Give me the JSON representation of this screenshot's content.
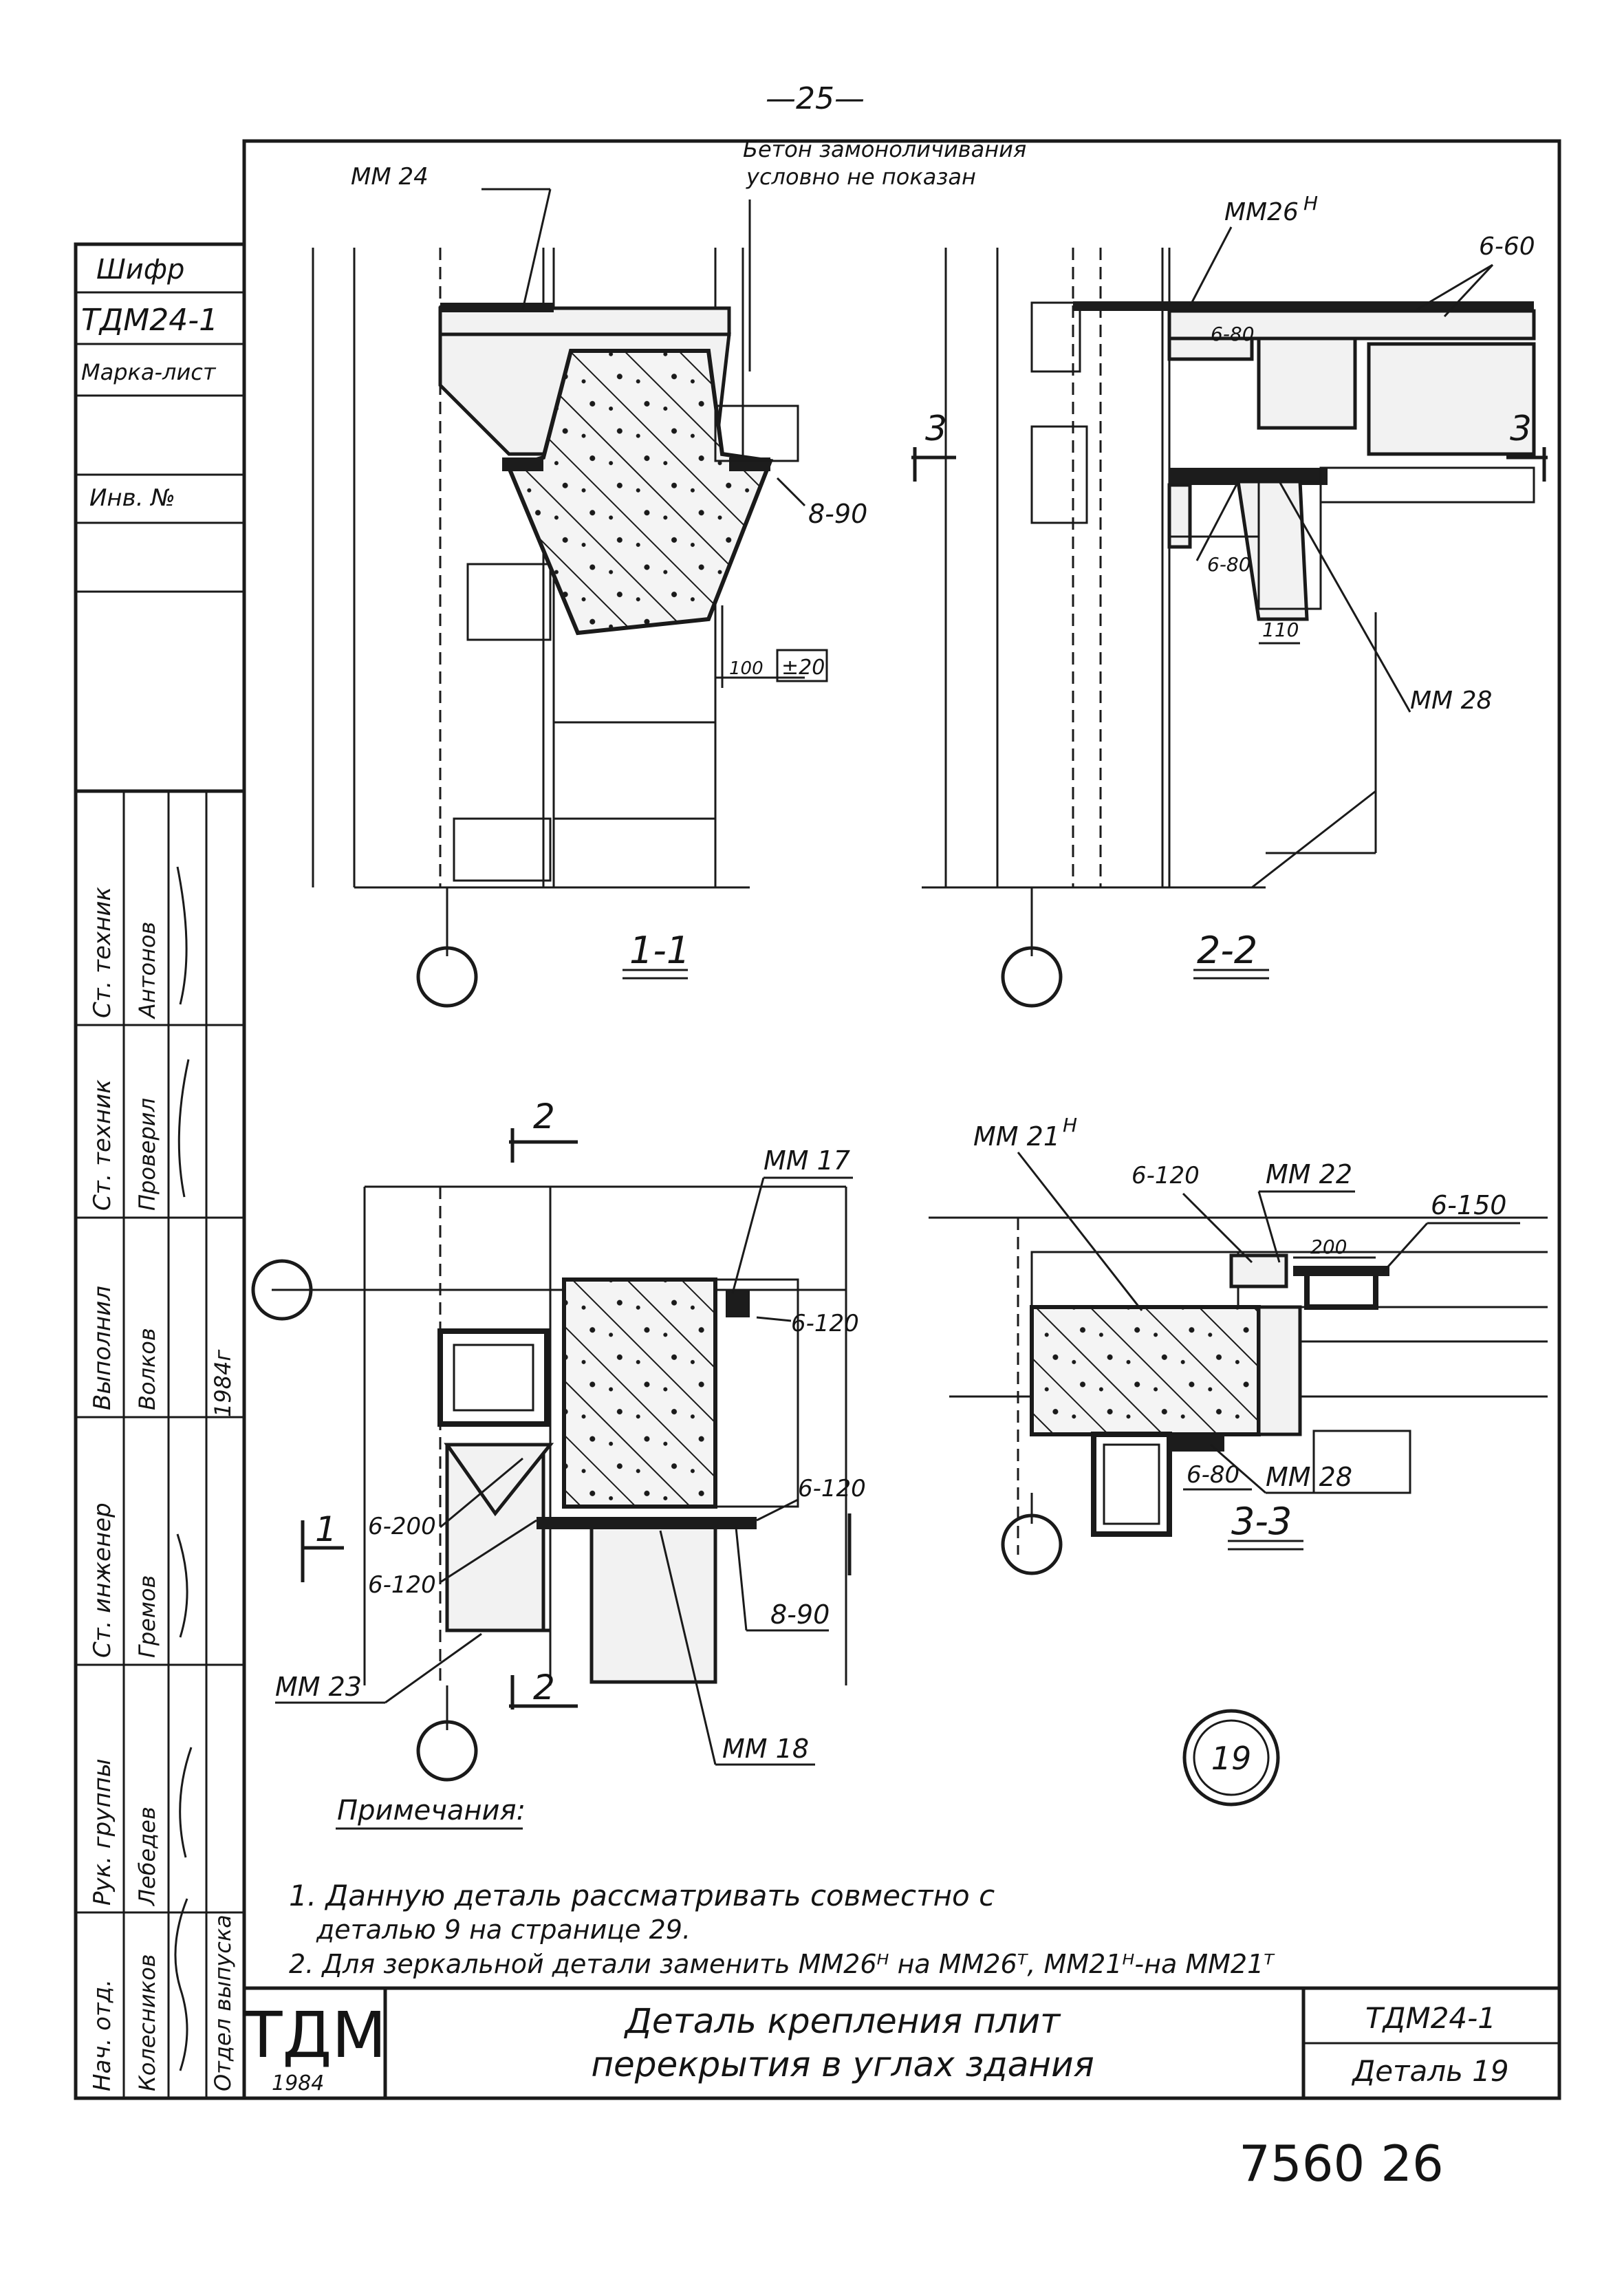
{
  "page": {
    "number": "—25—",
    "code": "7560 26"
  },
  "side_stamp": {
    "shifr_label": "Шифр",
    "shifr_value": "ТДМ24-1",
    "marka_label": "Марка-лист",
    "inv_label": "Инв. №",
    "roles": [
      "Нач. отд.",
      "Рук. группы",
      "Ст. инженер",
      "Выполнил",
      "Ст. техник",
      "Ст. техник"
    ],
    "names": [
      "Колесников",
      "Лебедев",
      "Гремов",
      "Волков",
      "Проверил",
      "Антонов"
    ],
    "dept": "Отдел выпуска",
    "year": "1984г"
  },
  "title_block": {
    "logo": "ТДМ",
    "year": "1984",
    "title_line1": "Деталь крепления плит",
    "title_line2": "перекрытия в углах здания",
    "code": "ТДМ24-1",
    "sheet": "Деталь 19"
  },
  "views": {
    "v11": {
      "title": "1-1",
      "note_line1": "Бетон замоноличивания",
      "note_line2": "условно не показан",
      "labels": {
        "mm24": "ММ 24",
        "d890": "8-90",
        "dim100": "100",
        "tol": "±20"
      }
    },
    "v22": {
      "title": "2-2",
      "labels": {
        "mm26": "ММ26",
        "mm26_sup": "Н",
        "d660": "6-60",
        "d680a": "6-80",
        "d680b": "6-80",
        "dim110": "110",
        "mm28": "ММ 28",
        "cut3": "3"
      }
    },
    "plan": {
      "labels": {
        "cut2": "2",
        "cut1": "1",
        "mm17": "ММ 17",
        "d6120a": "6-120",
        "d6120b": "6-120",
        "d6120c": "6-120",
        "d6200": "6-200",
        "d890": "8-90",
        "mm23": "ММ 23",
        "mm18": "ММ 18"
      }
    },
    "v33": {
      "title": "3-3",
      "labels": {
        "mm21": "ММ 21",
        "mm21_sup": "Н",
        "d6120": "6-120",
        "mm22": "ММ 22",
        "dim200": "200",
        "d6150": "6-150",
        "d680": "6-80",
        "mm28": "ММ 28"
      }
    }
  },
  "detail_badge": "19",
  "notes": {
    "heading": "Примечания:",
    "n1a": "1. Данную деталь рассматривать совместно с",
    "n1b": "деталью 9 на странице 29.",
    "n2": "2. Для зеркальной детали заменить ММ26ᴴ на ММ26ᵀ, ММ21ᴴ-на ММ21ᵀ"
  }
}
